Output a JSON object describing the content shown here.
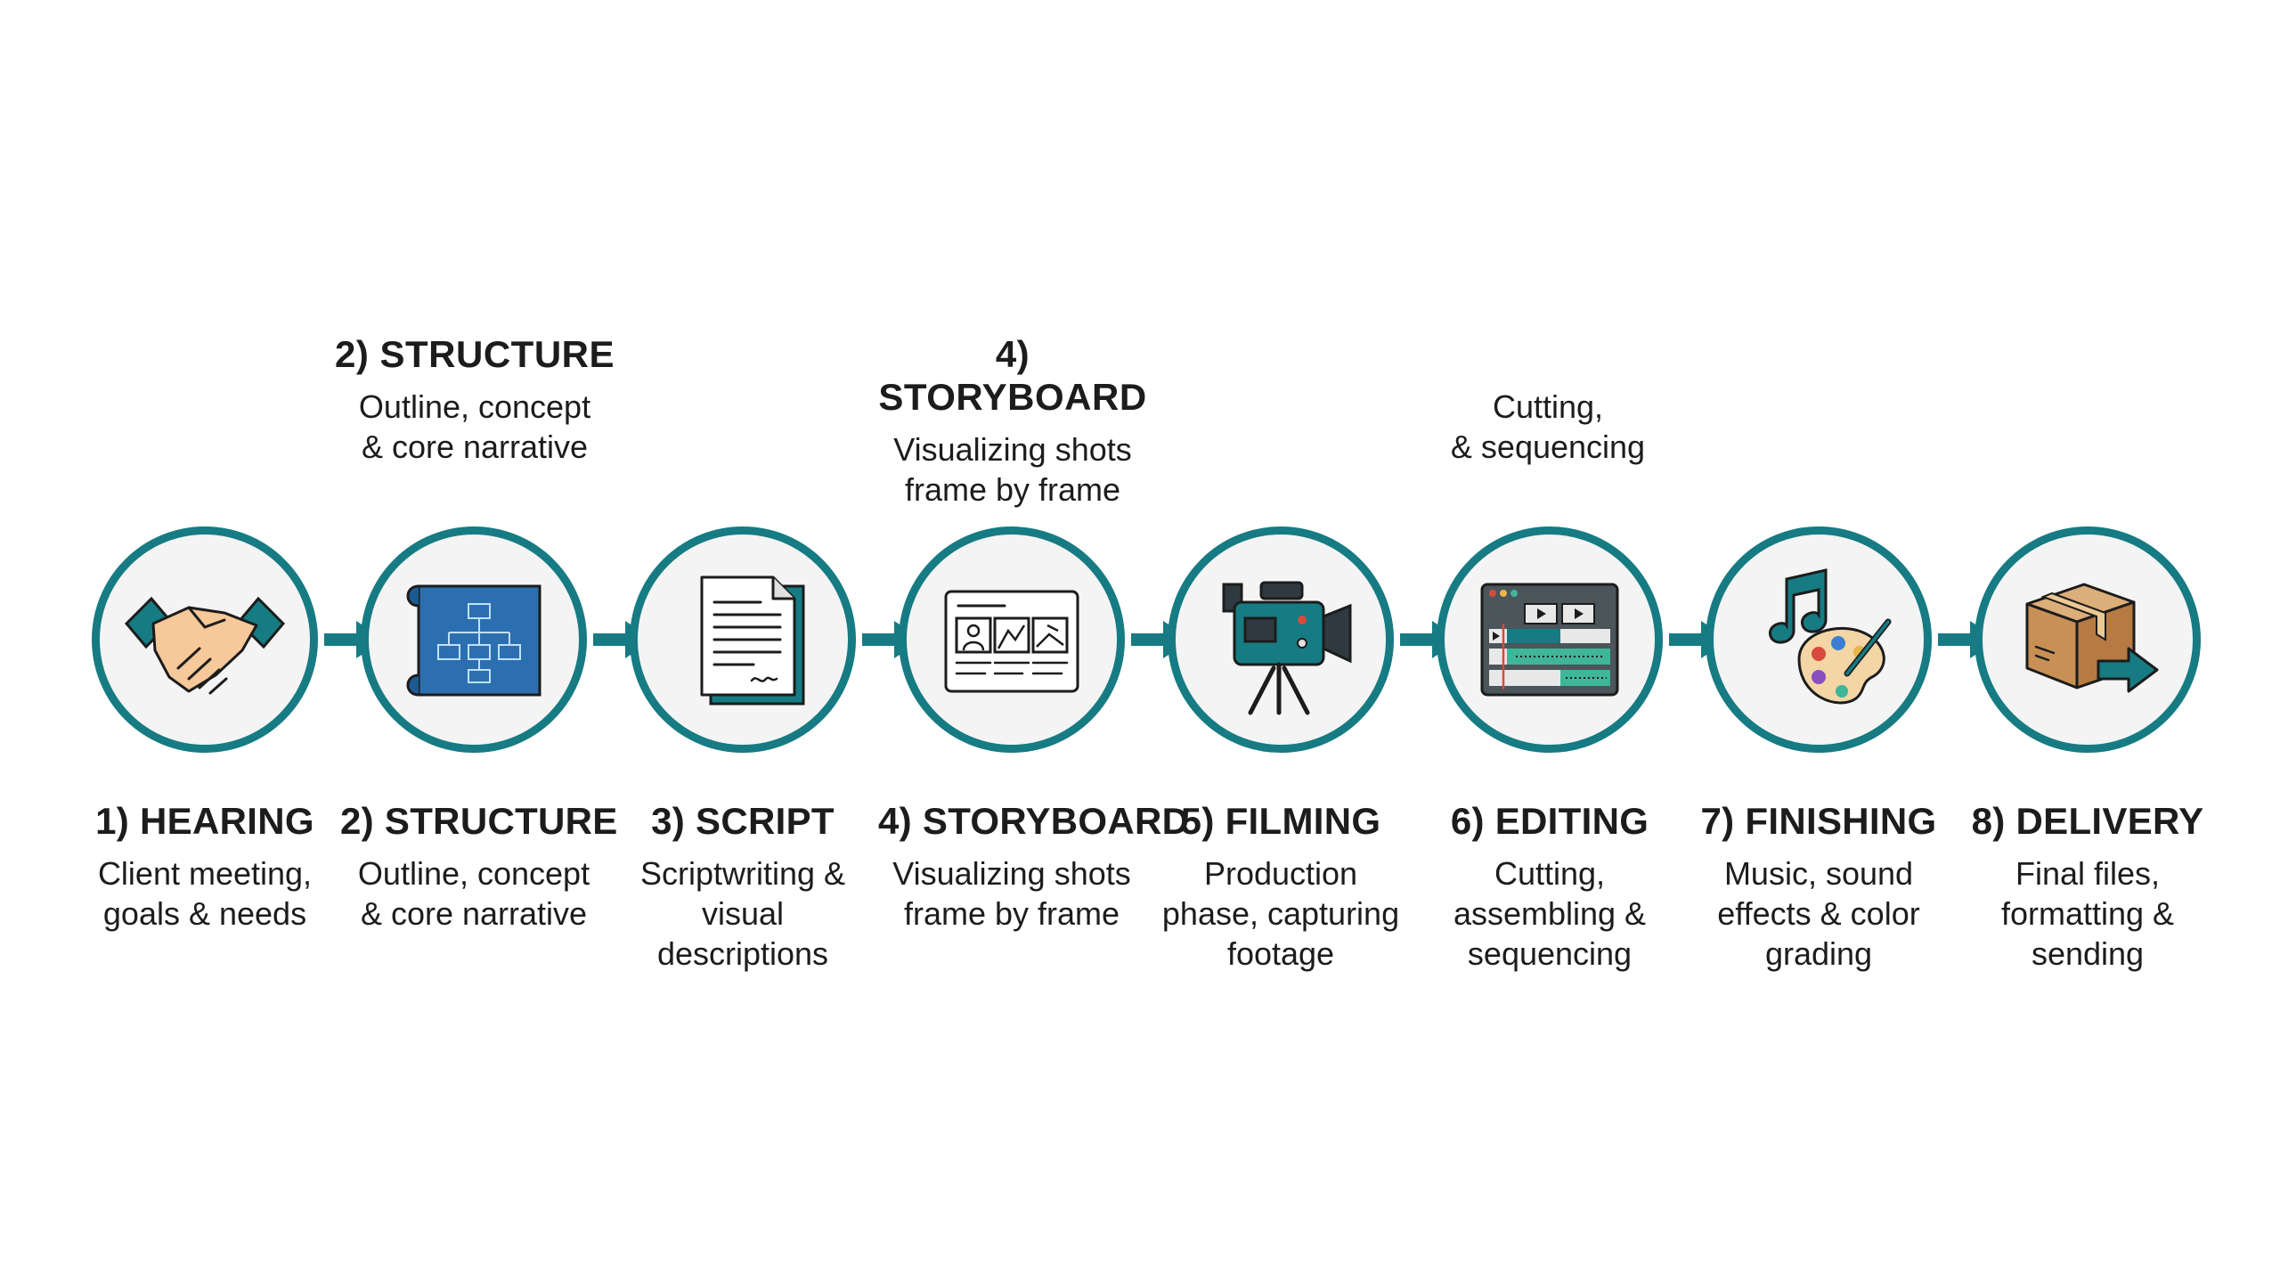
{
  "top_labels": [
    {
      "title": "2) STRUCTURE",
      "desc": "Outline, concept\n& core narrative"
    },
    {
      "title": "4) STORYBOARD",
      "desc": "Visualizing shots\nframe by frame"
    },
    {
      "title": "",
      "desc": "Cutting,\n& sequencing"
    }
  ],
  "steps": [
    {
      "title": "1) HEARING",
      "desc": "Client meeting,\ngoals & needs",
      "icon": "handshake-icon"
    },
    {
      "title": "2) STRUCTURE",
      "desc": "Outline, concept\n& core narrative",
      "icon": "blueprint-icon"
    },
    {
      "title": "3) SCRIPT",
      "desc": "Scriptwriting &\nvisual\ndescriptions",
      "icon": "document-icon"
    },
    {
      "title": "4) STORYBOARD",
      "desc": "Visualizing shots\nframe by frame",
      "icon": "storyboard-icon"
    },
    {
      "title": "5) FILMING",
      "desc": "Production\nphase, capturing\nfootage",
      "icon": "video-camera-icon"
    },
    {
      "title": "6) EDITING",
      "desc": "Cutting,\nassembling &\nsequencing",
      "icon": "editing-timeline-icon"
    },
    {
      "title": "7) FINISHING",
      "desc": "Music, sound\neffects & color\ngrading",
      "icon": "music-palette-icon"
    },
    {
      "title": "8) DELIVERY",
      "desc": "Final files,\nformatting &\nsending",
      "icon": "package-arrow-icon"
    }
  ],
  "colors": {
    "ring": "#167b83",
    "circle_fill": "#f4f4f4",
    "text": "#1c1c1c",
    "blueprint": "#2c6fb0",
    "teal_accent": "#3fb59a"
  }
}
